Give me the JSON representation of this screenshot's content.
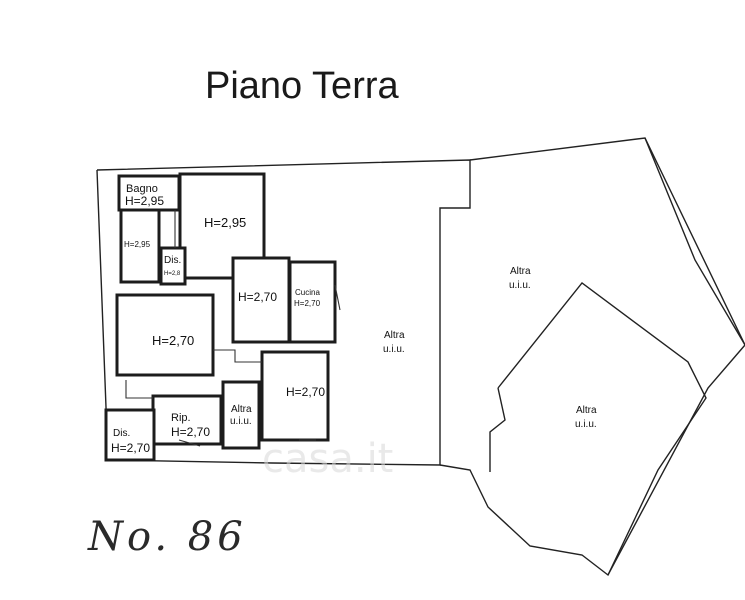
{
  "title": "Piano Terra",
  "handwritten_note": "No. 86",
  "watermark": "casa.it",
  "rooms": {
    "bagno": {
      "name": "Bagno",
      "height": "H=2,95"
    },
    "small_left": {
      "height": "H=2,95"
    },
    "big_top": {
      "height": "H=2,95"
    },
    "dis_top": {
      "name": "Dis.",
      "height": "H=2,8"
    },
    "center": {
      "height": "H=2,70"
    },
    "cucina": {
      "name": "Cucina",
      "height": "H=2,70"
    },
    "living_left": {
      "height": "H=2,70"
    },
    "room_right": {
      "height": "H=2,70"
    },
    "rip": {
      "name": "Rip.",
      "height": "H=2,70"
    },
    "dis_bottom": {
      "name": "Dis.",
      "height": "H=2,70"
    },
    "altra_small": {
      "line1": "Altra",
      "line2": "u.i.u."
    },
    "altra_mid": {
      "line1": "Altra",
      "line2": "u.i.u."
    },
    "altra_right": {
      "line1": "Altra",
      "line2": "u.i.u."
    },
    "altra_far": {
      "line1": "Altra",
      "line2": "u.i.u."
    }
  }
}
